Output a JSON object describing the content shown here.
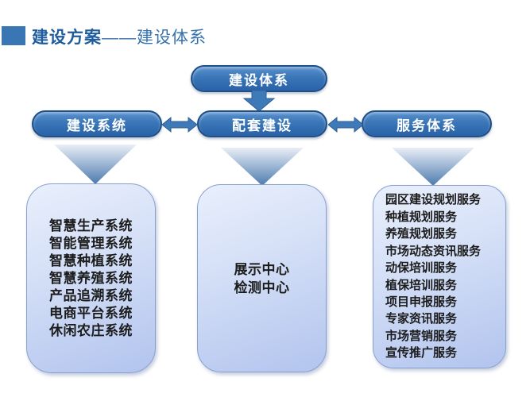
{
  "title": {
    "primary": "建设方案",
    "suffix": "——建设体系"
  },
  "diagram": {
    "root_node": "建设体系",
    "branch_nodes": [
      "建设系统",
      "配套建设",
      "服务体系"
    ],
    "left_box_items": [
      "智慧生产系统",
      "智能管理系统",
      "智慧种植系统",
      "智慧养殖系统",
      "产品追溯系统",
      "电商平台系统",
      "休闲农庄系统"
    ],
    "middle_box_items": [
      "展示中心",
      "检测中心"
    ],
    "right_box_items": [
      "园区建设规划服务",
      "种植规划服务",
      "养殖规划服务",
      "市场动态资讯服务",
      "动保培训服务",
      "植保培训服务",
      "项目申报服务",
      "专家资讯服务",
      "市场营销服务",
      "宣传推广服务"
    ]
  },
  "colors": {
    "accent_blue": "#3a76b4",
    "title_bold_text": "#1e5c9e",
    "title_suffix_text": "#3571ad",
    "pill_gradient_top": "#5a92cd",
    "pill_gradient_bottom": "#2a62a8",
    "pill_border": "#1f4f86",
    "pill_text": "#ffffff",
    "arrow_fill": "#3e7ab8",
    "triangle_gradient_top": "#e9eef7",
    "triangle_gradient_tip": "#4c7aae",
    "box_gradient_light": "#e9effc",
    "box_gradient_dark": "#b2c4ee",
    "box_border": "#8aa0cf",
    "box_text": "#1c1c1c"
  }
}
